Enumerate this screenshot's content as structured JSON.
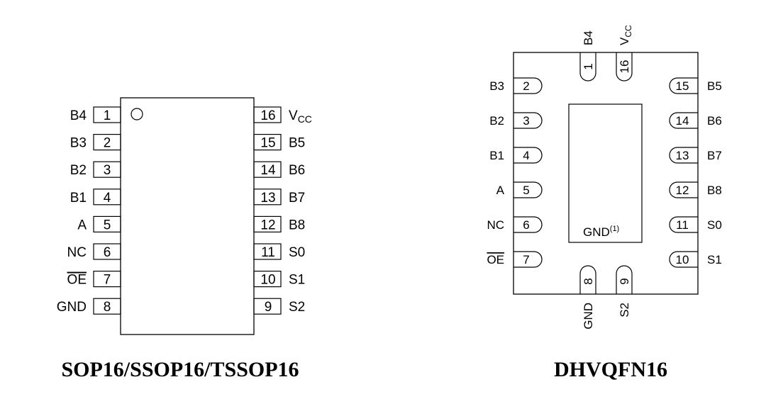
{
  "colors": {
    "stroke": "#000000",
    "background": "#ffffff"
  },
  "sop": {
    "caption": "SOP16/SSOP16/TSSOP16",
    "left_pins": [
      {
        "num": "1",
        "name": "B4"
      },
      {
        "num": "2",
        "name": "B3"
      },
      {
        "num": "3",
        "name": "B2"
      },
      {
        "num": "4",
        "name": "B1"
      },
      {
        "num": "5",
        "name": "A"
      },
      {
        "num": "6",
        "name": "NC"
      },
      {
        "num": "7",
        "name": "OE",
        "overline": true
      },
      {
        "num": "8",
        "name": "GND"
      }
    ],
    "right_pins": [
      {
        "num": "16",
        "name": "V",
        "sub": "CC"
      },
      {
        "num": "15",
        "name": "B5"
      },
      {
        "num": "14",
        "name": "B6"
      },
      {
        "num": "13",
        "name": "B7"
      },
      {
        "num": "12",
        "name": "B8"
      },
      {
        "num": "11",
        "name": "S0"
      },
      {
        "num": "10",
        "name": "S1"
      },
      {
        "num": "9",
        "name": "S2"
      }
    ]
  },
  "qfn": {
    "caption": "DHVQFN16",
    "pad_label": "GND",
    "pad_note": "(1)",
    "top_pins": [
      {
        "num": "1",
        "name": "B4"
      },
      {
        "num": "16",
        "name": "V",
        "sub": "CC"
      }
    ],
    "left_pins": [
      {
        "num": "2",
        "name": "B3"
      },
      {
        "num": "3",
        "name": "B2"
      },
      {
        "num": "4",
        "name": "B1"
      },
      {
        "num": "5",
        "name": "A"
      },
      {
        "num": "6",
        "name": "NC"
      },
      {
        "num": "7",
        "name": "OE",
        "overline": true
      }
    ],
    "right_pins": [
      {
        "num": "15",
        "name": "B5"
      },
      {
        "num": "14",
        "name": "B6"
      },
      {
        "num": "13",
        "name": "B7"
      },
      {
        "num": "12",
        "name": "B8"
      },
      {
        "num": "11",
        "name": "S0"
      },
      {
        "num": "10",
        "name": "S1"
      }
    ],
    "bottom_pins": [
      {
        "num": "8",
        "name": "GND"
      },
      {
        "num": "9",
        "name": "S2"
      }
    ]
  }
}
